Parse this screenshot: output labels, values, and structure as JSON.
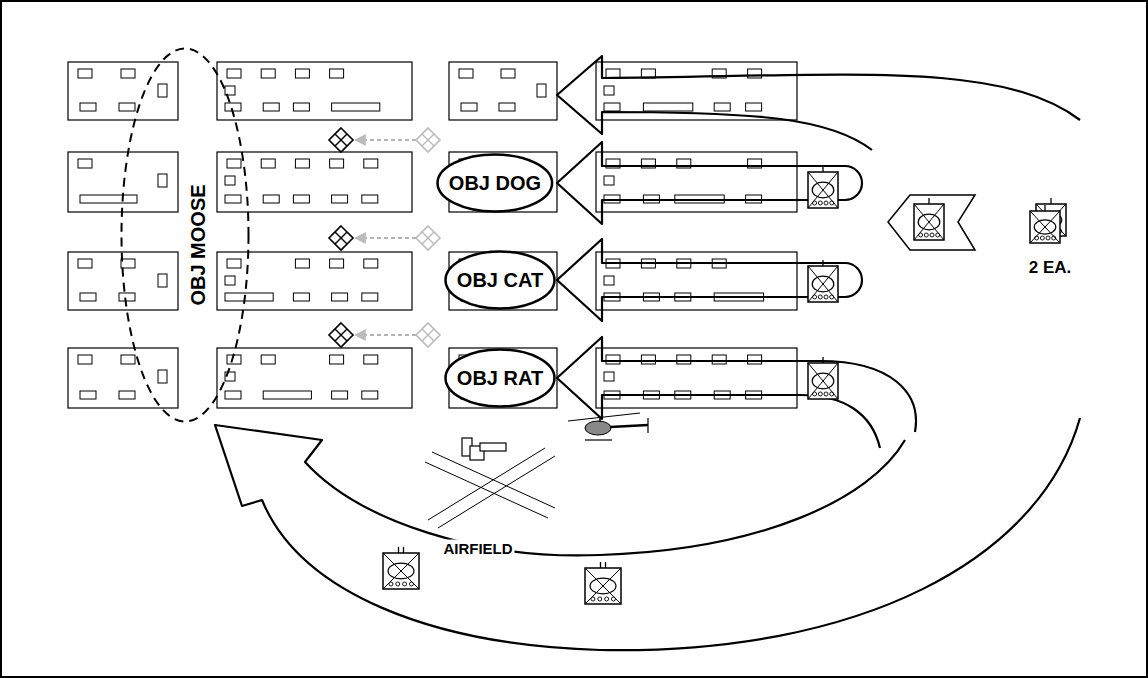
{
  "diagram": {
    "nodes": [
      {
        "text": [
          "OBJ MOOSE"
        ]
      },
      {
        "text": [
          "OBJ DOG"
        ]
      },
      {
        "text": [
          "OBJ CAT"
        ]
      },
      {
        "text": [
          "OBJ RAT"
        ]
      }
    ],
    "labels": [
      "2 EA.",
      "AIRFIELD"
    ]
  }
}
